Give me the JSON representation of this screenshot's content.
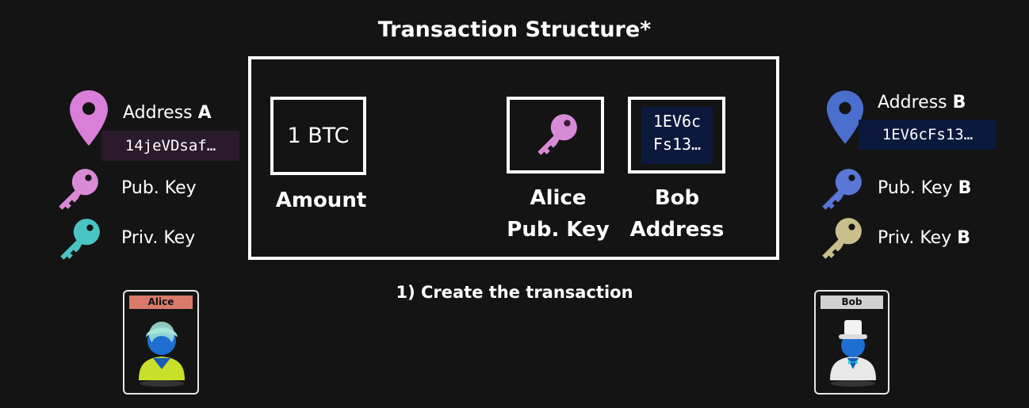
{
  "title": "Transaction Structure*",
  "transaction": {
    "amount_value": "1 BTC",
    "amount_label": "Amount",
    "key_label_1": "Alice",
    "key_label_2": "Pub. Key",
    "address_line_1": "1EV6c",
    "address_line_2": "Fs13…",
    "address_label_1": "Bob",
    "address_label_2": "Address"
  },
  "caption": "1) Create the transaction",
  "alice": {
    "address_label": "Address ",
    "address_letter": "A",
    "address_value": "14jeVDsaf…",
    "pub_key_label": "Pub. Key",
    "priv_key_label": "Priv. Key",
    "card_name": "Alice"
  },
  "bob": {
    "address_label": "Address ",
    "address_letter": "B",
    "address_value": "1EV6cFs13…",
    "pub_key_label": "Pub. Key ",
    "pub_key_letter": "B",
    "priv_key_label": "Priv. Key ",
    "priv_key_letter": "B",
    "card_name": "Bob"
  },
  "colors": {
    "background": "#141414",
    "alice_pin": "#d97fd9",
    "alice_pub_key": "#d98ad6",
    "alice_priv_key": "#4ac4c2",
    "alice_address_bg": "#2a1a2c",
    "bob_pin": "#4a6fcf",
    "bob_pub_key": "#5877d6",
    "bob_priv_key": "#c9bf8c",
    "bob_address_bg": "#0b1a3c",
    "alice_card_header": "#d97a6b",
    "bob_card_header": "#d0d0d0"
  },
  "icons": [
    "map-pin-icon",
    "key-icon",
    "person-icon"
  ]
}
